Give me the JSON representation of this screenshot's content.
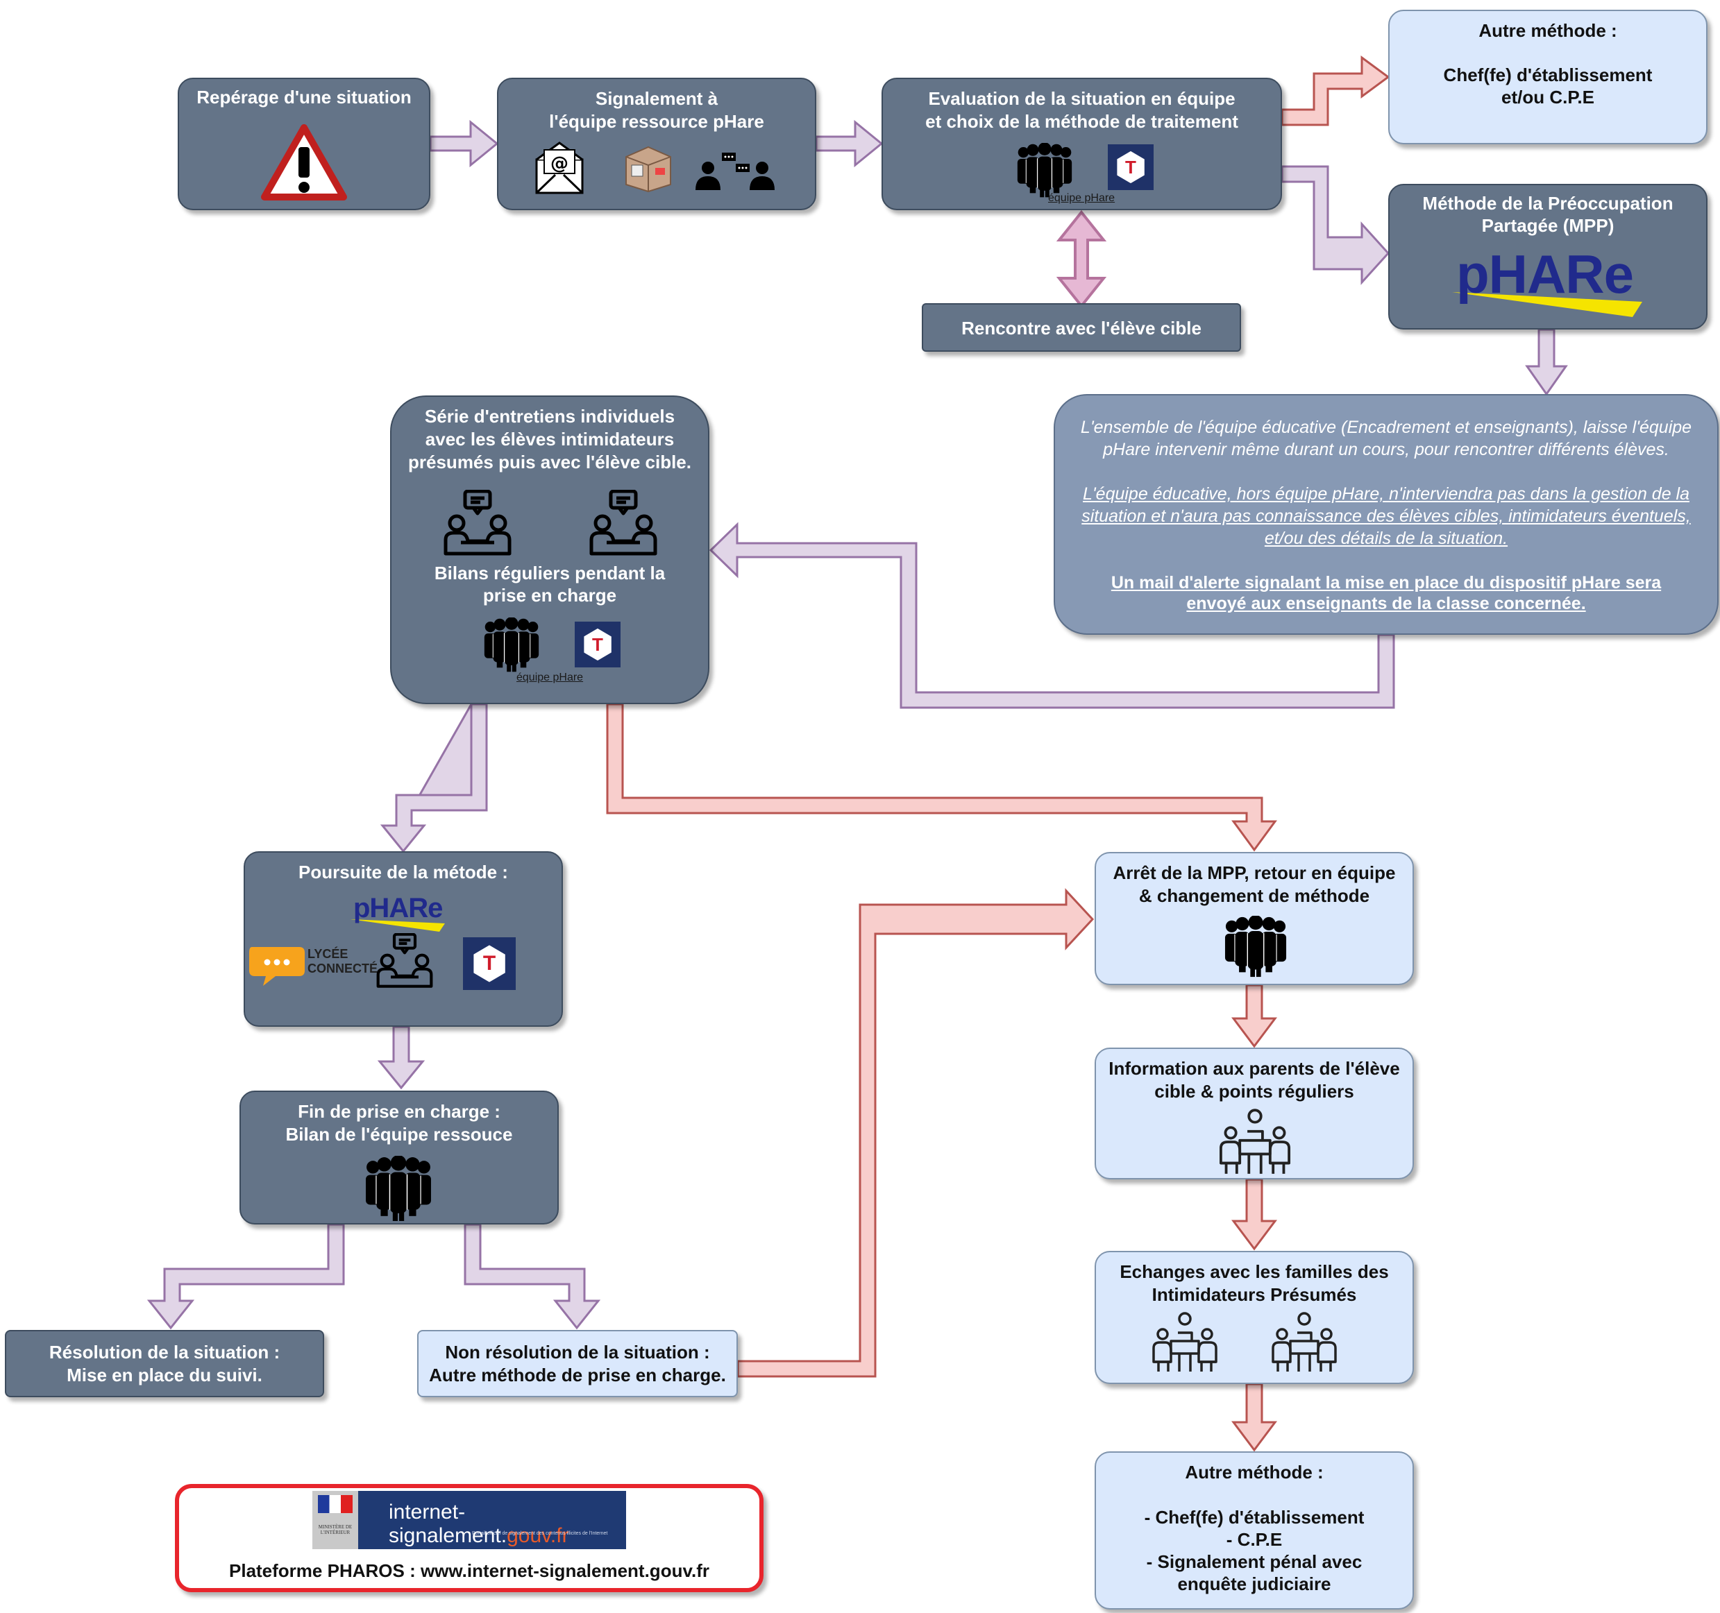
{
  "nodes": {
    "reperage": "Repérage d'une situation",
    "signalement_1": "Signalement à",
    "signalement_2": "l'équipe ressource pHare",
    "evaluation_1": "Evaluation de la situation en équipe",
    "evaluation_2": "et choix de la méthode de traitement",
    "equipe_label": "équipe pHare",
    "autre_top_1": "Autre méthode :",
    "autre_top_2": "Chef(fe) d'établissement",
    "autre_top_3": "et/ou C.P.E",
    "mpp_1": "Méthode de la Préoccupation",
    "mpp_2": "Partagée (MPP)",
    "rencontre": "Rencontre avec l'élève cible",
    "info_1": "L'ensemble de l'équipe éducative (Encadrement et enseignants), laisse l'équipe",
    "info_2": "pHare intervenir même durant un cours, pour rencontrer différents élèves.",
    "info_3": "L'équipe éducative, hors équipe pHare, n'interviendra pas dans la gestion de la",
    "info_4": "situation et n'aura pas connaissance des élèves cibles, intimidateurs éventuels,",
    "info_5": "et/ou des détails de la situation.",
    "info_6": "Un mail d'alerte signalant la mise en place du dispositif pHare sera",
    "info_7": "envoyé aux enseignants de la classe concernée.",
    "serie_1": "Série d'entretiens individuels",
    "serie_2": "avec les élèves intimidateurs",
    "serie_3": "présumés puis avec l'élève cible.",
    "bilans_1": "Bilans réguliers pendant la",
    "bilans_2": "prise en charge",
    "poursuite": "Poursuite de la métode :",
    "fin_1": "Fin de prise en charge :",
    "fin_2": "Bilan de l'équipe ressouce",
    "resolution_1": "Résolution de la situation :",
    "resolution_2": "Mise en place du suivi.",
    "nonres_1": "Non résolution de la situation :",
    "nonres_2": "Autre méthode de prise en charge.",
    "arret_1": "Arrêt de la MPP, retour en équipe",
    "arret_2": "& changement de méthode",
    "parents_1": "Information aux parents de l'élève",
    "parents_2": "cible & points réguliers",
    "echanges_1": "Echanges avec les familles des",
    "echanges_2": "Intimidateurs Présumés",
    "autre_bot_1": "Autre méthode :",
    "autre_bot_2": "- Chef(fe) d'établissement",
    "autre_bot_3": "- C.P.E",
    "autre_bot_4": "- Signalement pénal avec",
    "autre_bot_5": "enquête judiciaire"
  },
  "logos": {
    "phare": "pHARe",
    "lycee_1": "LYCÉE",
    "lycee_2": "CONNECTÉ",
    "t_letter": "T",
    "banner_main": "internet-signalement.",
    "banner_domain": "gouv.fr",
    "banner_sub": "Portail officiel de signalement des contenus illicites de l'Internet",
    "ministere": "MINISTÈRE DE L'INTÉRIEUR"
  },
  "pharos": "Plateforme PHAROS : www.internet-signalement.gouv.fr",
  "colors": {
    "dark_box": "#647488",
    "light_box": "#dae8fc",
    "info_box": "#8799b4",
    "arrow_purple": "#e1d5e7",
    "arrow_purple_stroke": "#9673a6",
    "arrow_red": "#f8cecc",
    "arrow_red_stroke": "#b85450",
    "pharos_border": "#e8252c"
  },
  "icons": [
    "warning-icon",
    "mail-icon",
    "box-icon",
    "people-chat-icon",
    "team-icon",
    "t-logo-icon",
    "interview-icon",
    "meeting-icon"
  ]
}
